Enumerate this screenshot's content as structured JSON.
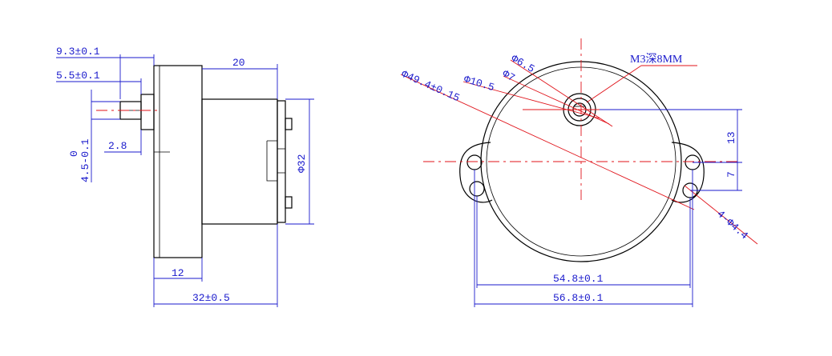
{
  "side_view": {
    "dims": {
      "shaft_length": "9.3±0.1",
      "flat_length": "5.5±0.1",
      "shaft_dia_top": "0",
      "shaft_dia_bottom": "4.5-0.1",
      "boss_length": "2.8",
      "motor_length": "20",
      "motor_dia": "Φ32",
      "gearbox_length": "12",
      "total_length": "32±0.5"
    }
  },
  "front_view": {
    "dims": {
      "outer_dia": "Φ49.4±0.15",
      "hub_dia": "Φ10.5",
      "boss_dia": "Φ7",
      "shaft_dia": "Φ6.5",
      "thread_note": "M3深8MM",
      "offset_13": "13",
      "offset_7": "7",
      "holes": "4-Φ4.4",
      "hole_spacing_inner": "54.8±0.1",
      "hole_spacing_outer": "56.8±0.1"
    }
  },
  "colors": {
    "outline": "#000000",
    "dimension": "#1a1acc",
    "centerline": "#e0131a"
  }
}
